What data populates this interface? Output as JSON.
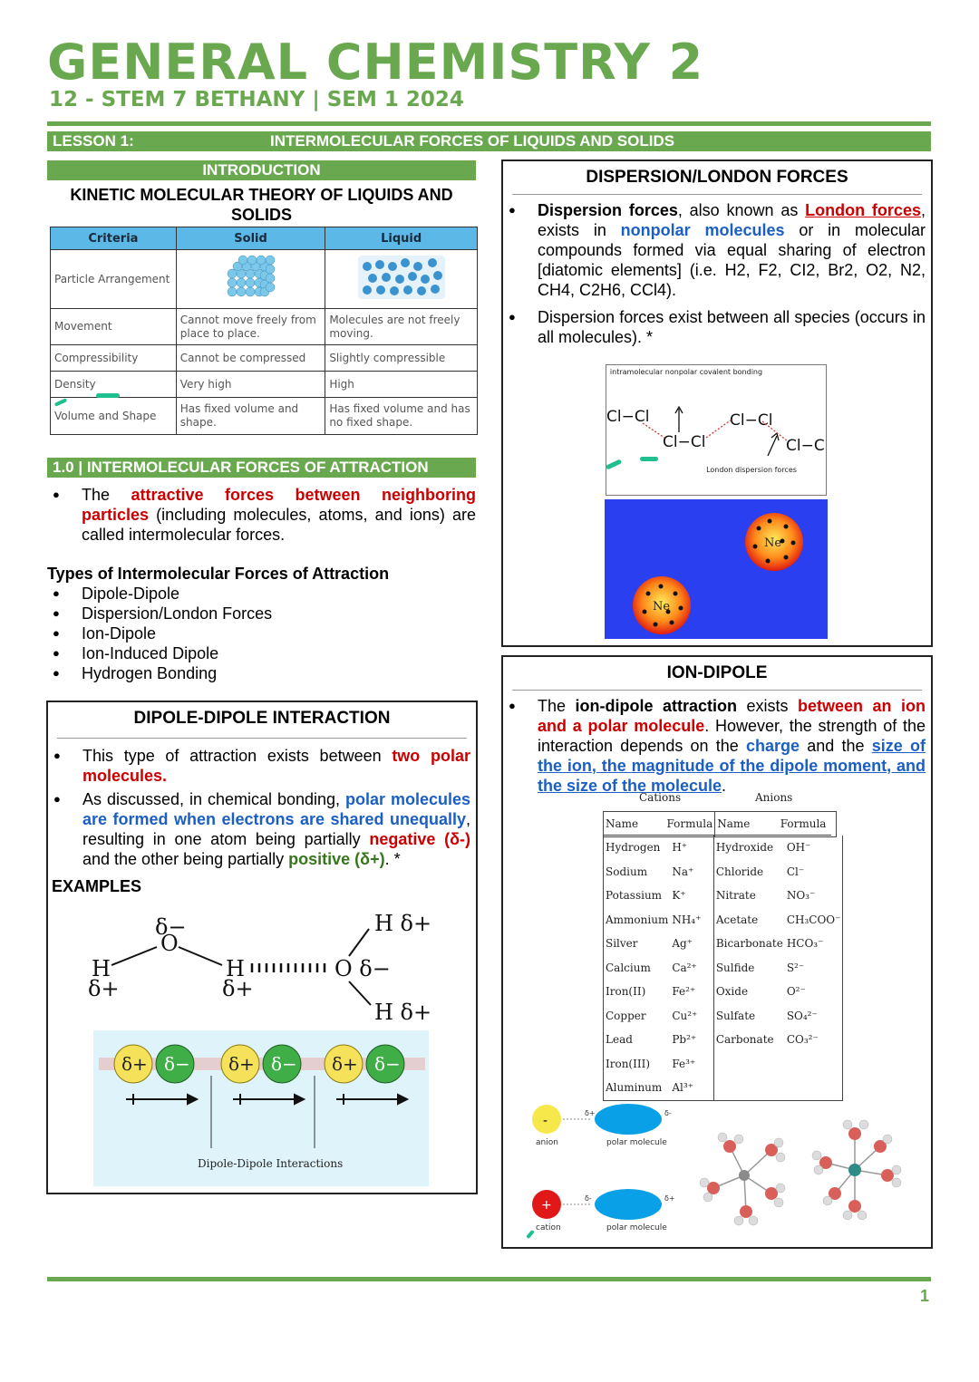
{
  "header": {
    "title": "GENERAL CHEMISTRY 2",
    "subtitle": "12 - STEM 7 BETHANY | SEM 1 2024"
  },
  "lesson": {
    "number": "LESSON 1:",
    "title": "INTERMOLECULAR FORCES OF LIQUIDS AND SOLIDS"
  },
  "introduction": {
    "bar": "INTRODUCTION",
    "heading": "KINETIC MOLECULAR THEORY OF LIQUIDS AND SOLIDS",
    "table": {
      "headers": [
        "Criteria",
        "Solid",
        "Liquid"
      ],
      "rows": [
        [
          "Particle Arrangement",
          "",
          ""
        ],
        [
          "Movement",
          "Cannot move freely from place to place.",
          "Molecules are not freely moving."
        ],
        [
          "Compressibility",
          "Cannot be compressed",
          "Slightly compressible"
        ],
        [
          "Density",
          "Very high",
          "High"
        ],
        [
          "Volume and Shape",
          "Has fixed volume and shape.",
          "Has fixed volume and has no fixed shape."
        ]
      ]
    }
  },
  "imf": {
    "bar": "1.0 |  INTERMOLECULAR FORCES OF ATTRACTION",
    "p1_pre": "The ",
    "p1_red": "attractive forces between neighboring particles",
    "p1_post": " (including molecules, atoms, and ions) are called intermolecular forces.",
    "types_heading": "Types of Intermolecular Forces of Attraction",
    "types": [
      "Dipole-Dipole",
      "Dispersion/London Forces",
      "Ion-Dipole",
      "Ion-Induced Dipole",
      "Hydrogen Bonding"
    ]
  },
  "dipole": {
    "title": "DIPOLE-DIPOLE INTERACTION",
    "b1_pre": "This type of attraction exists between ",
    "b1_red": "two polar molecules.",
    "b2_pre": "As discussed, in chemical bonding, ",
    "b2_blue": "polar molecules are formed when electrons are shared unequally",
    "b2_mid": ", resulting in one atom being partially ",
    "b2_red": "negative (δ-)",
    "b2_mid2": " and the other being partially ",
    "b2_green": "positive (δ+)",
    "b2_end": ". *",
    "examples": "EXAMPLES",
    "water": {
      "delta_minus": "δ−",
      "delta_plus": "δ+",
      "o": "O",
      "h": "H",
      "o_dminus": "O δ−",
      "h_dplus": "H  δ+"
    },
    "chain": {
      "dp": "δ+",
      "dm": "δ−",
      "caption": "Dipole-Dipole Interactions"
    }
  },
  "dispersion": {
    "title": "DISPERSION/LONDON FORCES",
    "b1_bold": "Dispersion forces",
    "b1_a": ", also known as ",
    "b1_red": "London forces",
    "b1_b": ", exists in ",
    "b1_blue": "nonpolar molecules",
    "b1_c": " or in molecular compounds formed via equal sharing of electron [diatomic elements] (i.e. H2, F2, CI2, Br2, O2, N2, CH4, C2H6, CCl4).",
    "b2": "Dispersion forces exist between all species (occurs in all  molecules). *",
    "diagram": {
      "label_top": "intramolecular nonpolar covalent bonding",
      "cl2": "Cl−Cl",
      "label_bottom": "London dispersion forces"
    },
    "ne": "Ne"
  },
  "iondipole": {
    "title": "ION-DIPOLE",
    "t_pre": "The ",
    "t_bold": "ion-dipole attraction",
    "t_mid": " exists ",
    "t_red": "between an ion and a polar molecule",
    "t_mid2": ". However, the strength of the interaction depends on the ",
    "t_blue1": "charge",
    "t_and": " and the ",
    "t_blue2": "size of the ion",
    "t_comma": ", the ",
    "t_blue3": "magnitude",
    "t_of": " of the ",
    "t_blue4": "dipole moment",
    "t_and2": ", and the",
    "t_blue5": " size of the molecule",
    "t_end": ".",
    "cations_label": "Cations",
    "anions_label": "Anions",
    "table_head": [
      "Name",
      "Formula",
      "Name",
      "Formula"
    ],
    "cations": [
      [
        "Hydrogen",
        "H⁺"
      ],
      [
        "Sodium",
        "Na⁺"
      ],
      [
        "Potassium",
        "K⁺"
      ],
      [
        "Ammonium",
        "NH₄⁺"
      ],
      [
        "Silver",
        "Ag⁺"
      ],
      [
        "Calcium",
        "Ca²⁺"
      ],
      [
        "Iron(II)",
        "Fe²⁺"
      ],
      [
        "Copper",
        "Cu²⁺"
      ],
      [
        "Lead",
        "Pb²⁺"
      ],
      [
        "Iron(III)",
        "Fe³⁺"
      ],
      [
        "Aluminum",
        "Al³⁺"
      ]
    ],
    "anions": [
      [
        "Hydroxide",
        "OH⁻"
      ],
      [
        "Chloride",
        "Cl⁻"
      ],
      [
        "Nitrate",
        "NO₃⁻"
      ],
      [
        "Acetate",
        "CH₃COO⁻"
      ],
      [
        "Bicarbonate",
        "HCO₃⁻"
      ],
      [
        "Sulfide",
        "S²⁻"
      ],
      [
        "Oxide",
        "O²⁻"
      ],
      [
        "Sulfate",
        "SO₄²⁻"
      ],
      [
        "Carbonate",
        "CO₃²⁻"
      ],
      [
        "",
        ""
      ],
      [
        "",
        ""
      ]
    ],
    "diagram": {
      "anion_sign": "-",
      "anion_label": "anion",
      "cation_sign": "+",
      "cation_label": "cation",
      "polar_label": "polar molecule",
      "dp": "δ+",
      "dm": "δ-"
    }
  },
  "footer": {
    "page": "1"
  },
  "colors": {
    "accent": "#6aa84f",
    "red": "#cc0000",
    "blue": "#1c5fc4",
    "green": "#38761d"
  }
}
